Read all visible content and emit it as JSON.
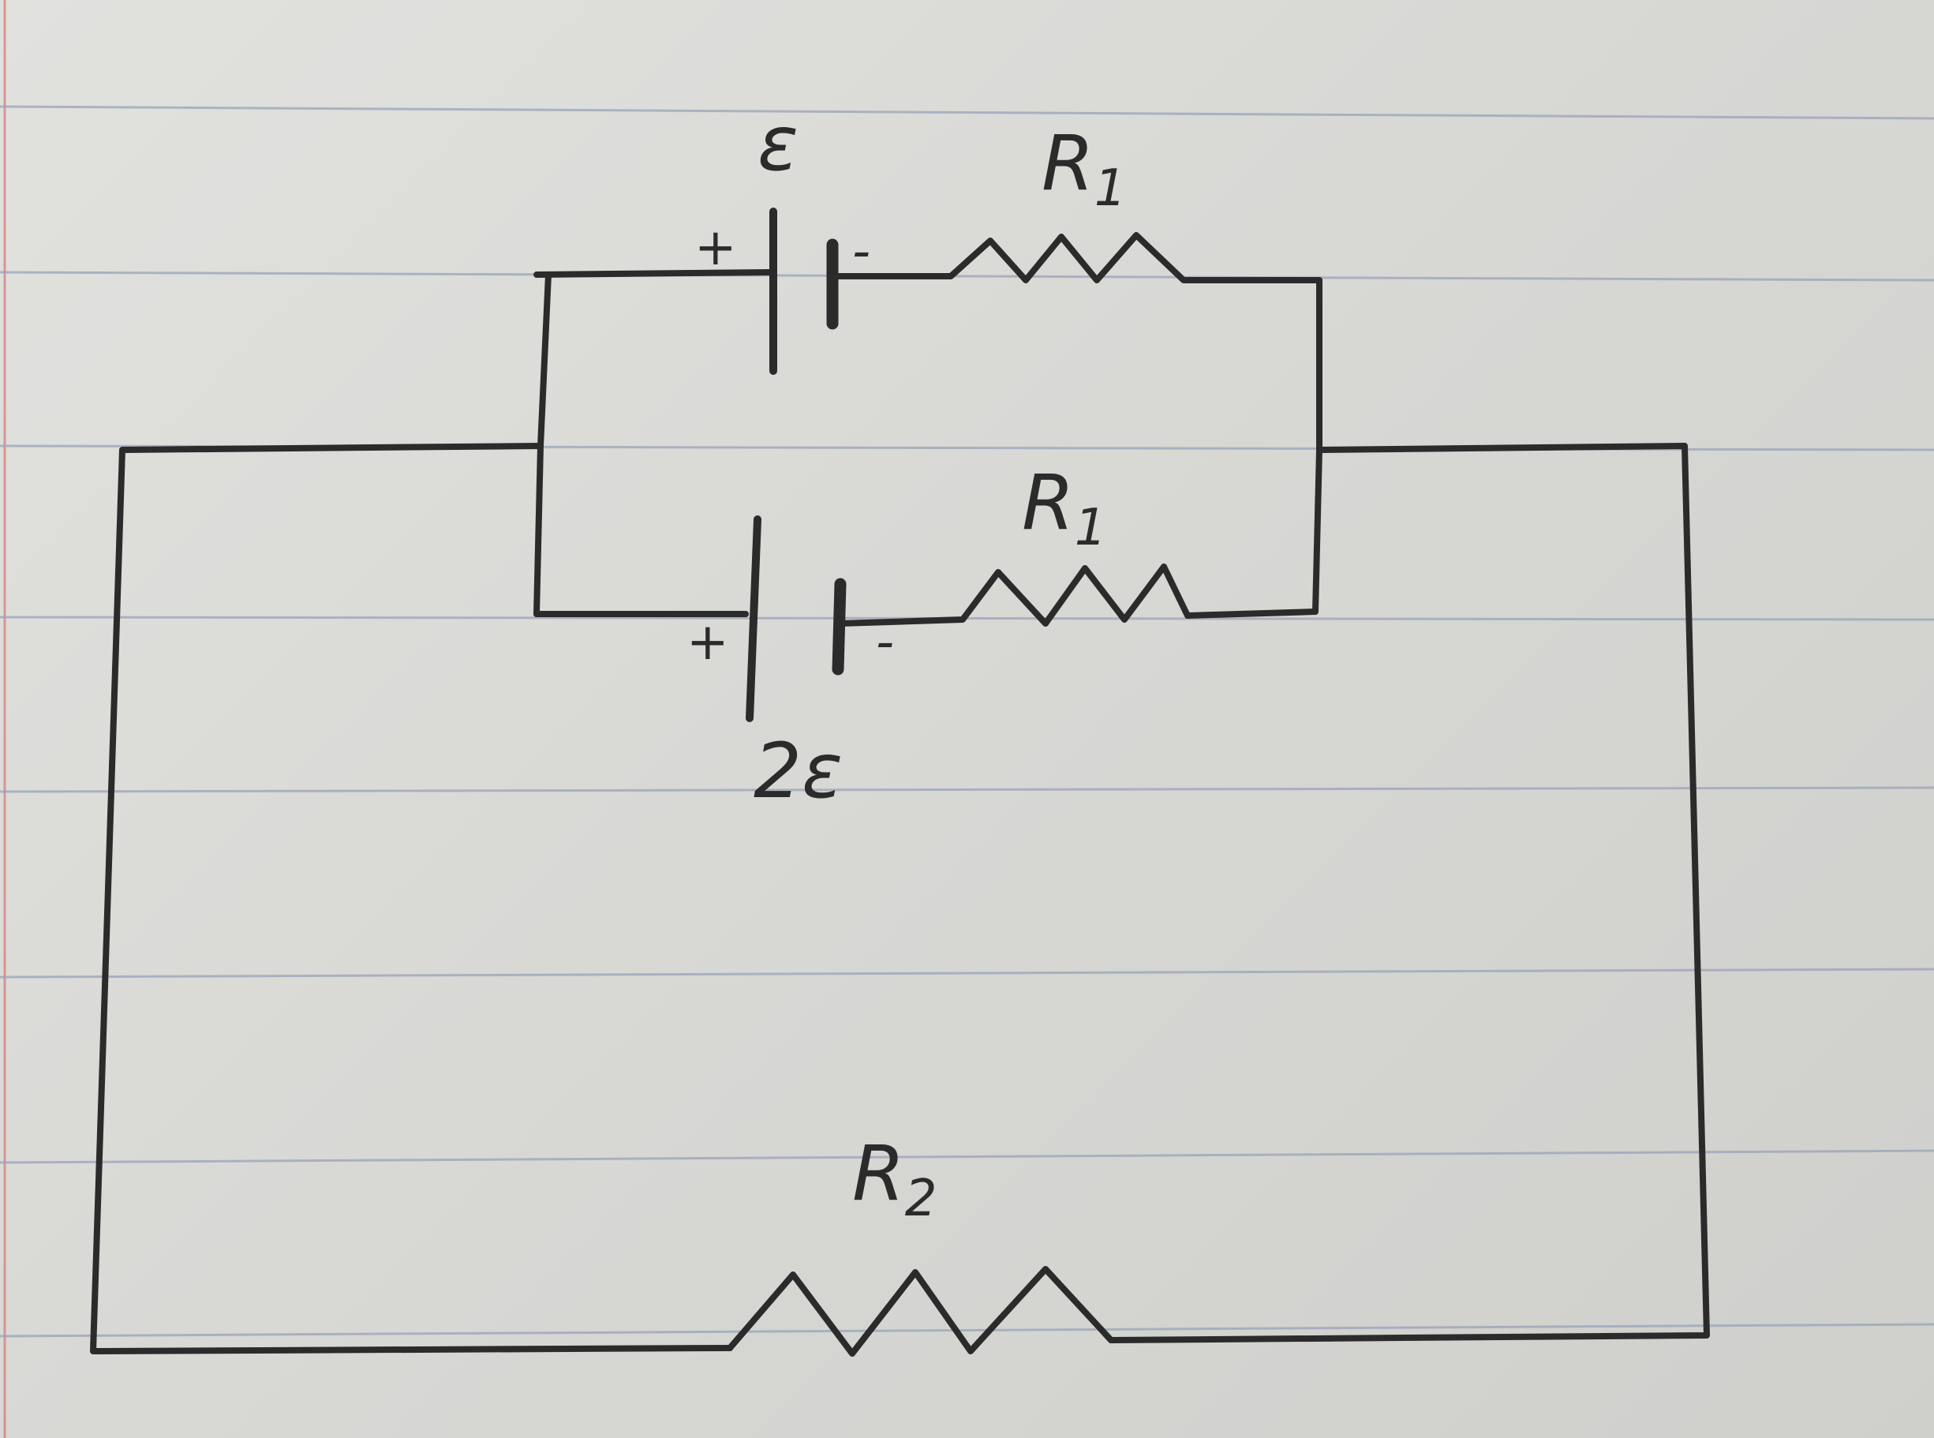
{
  "diagram": {
    "branch_top": {
      "emf_label": "ε",
      "plus_sign": "+",
      "minus_sign": "-",
      "resistor_label": "R",
      "resistor_subscript": "1"
    },
    "branch_bottom": {
      "emf_label": "2ε",
      "plus_sign": "+",
      "minus_sign": "-",
      "resistor_label": "R",
      "resistor_subscript": "1"
    },
    "outer_loop": {
      "resistor_label": "R",
      "resistor_subscript": "2"
    }
  }
}
